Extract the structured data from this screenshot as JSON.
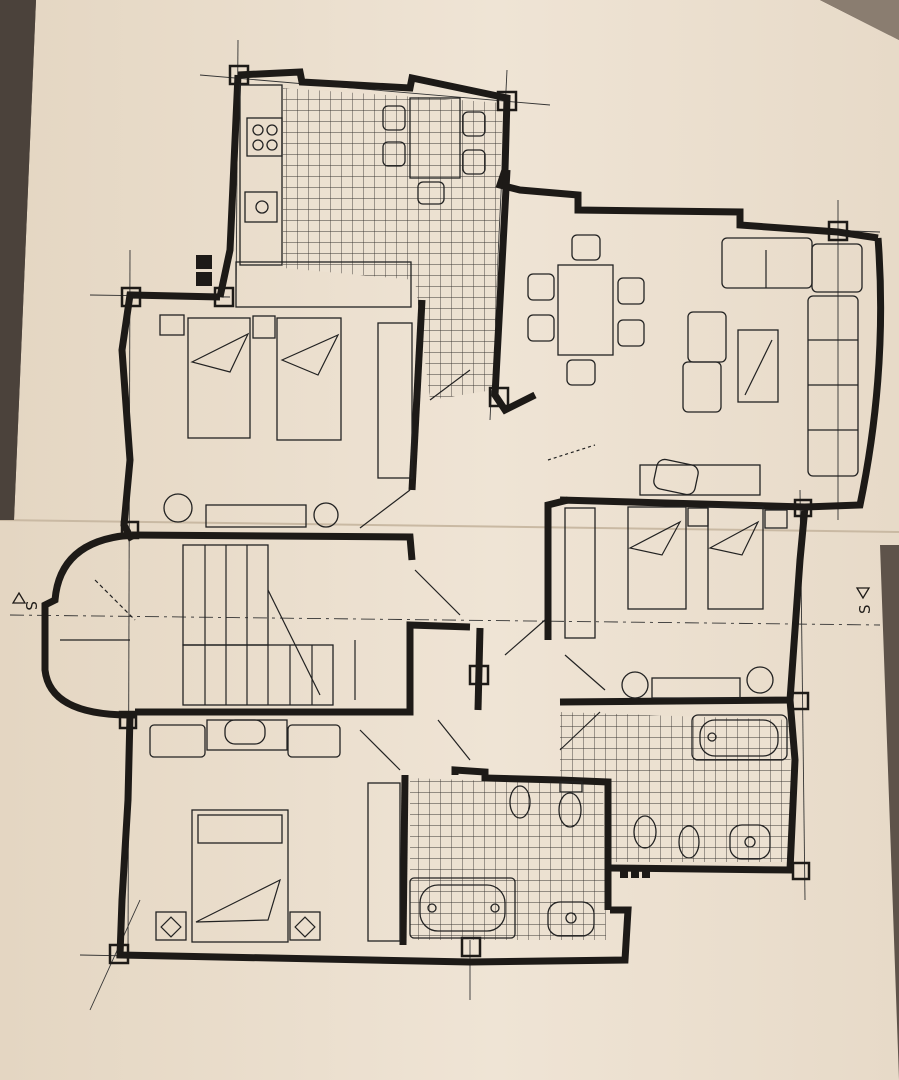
{
  "section_markers": [
    {
      "label": "S",
      "side": "left"
    },
    {
      "label": "S",
      "side": "right"
    }
  ],
  "colors": {
    "paper": "#ede2d2",
    "ink": "#1d1a17",
    "background": "#6e6258"
  }
}
